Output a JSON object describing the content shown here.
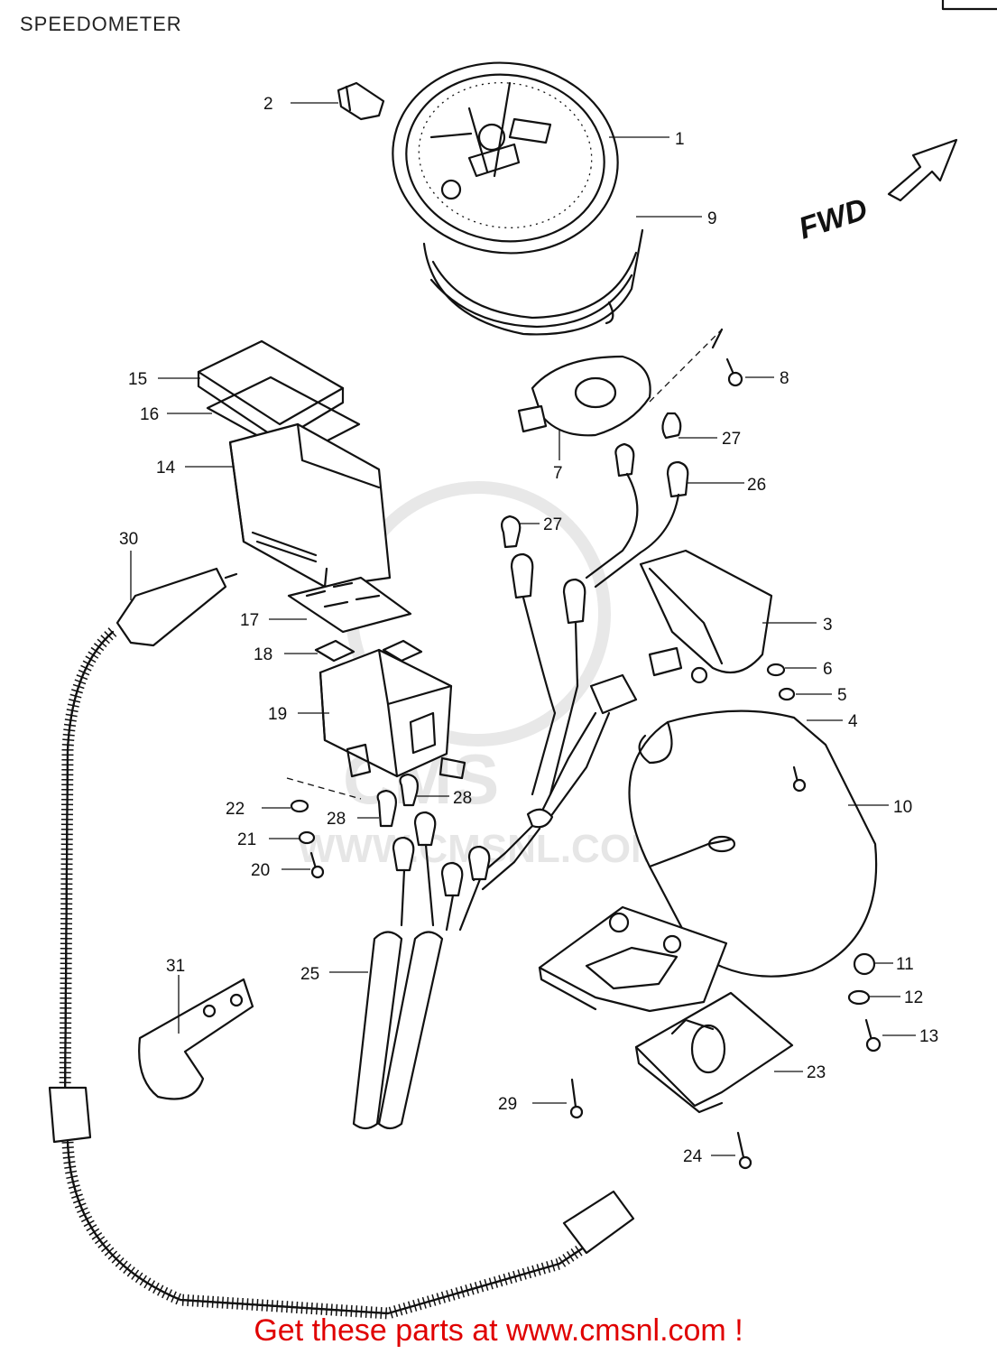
{
  "header": {
    "title": "SPEEDOMETER"
  },
  "diagram": {
    "direction_label": "FWD",
    "watermark": {
      "brand": "CMS",
      "site": "WWW.CMSNL.COM"
    },
    "callouts": [
      {
        "id": "c1",
        "label": "1"
      },
      {
        "id": "c2",
        "label": "2"
      },
      {
        "id": "c3",
        "label": "3"
      },
      {
        "id": "c4",
        "label": "4"
      },
      {
        "id": "c5",
        "label": "5"
      },
      {
        "id": "c6",
        "label": "6"
      },
      {
        "id": "c7",
        "label": "7"
      },
      {
        "id": "c8",
        "label": "8"
      },
      {
        "id": "c9",
        "label": "9"
      },
      {
        "id": "c10",
        "label": "10"
      },
      {
        "id": "c11",
        "label": "11"
      },
      {
        "id": "c12",
        "label": "12"
      },
      {
        "id": "c13",
        "label": "13"
      },
      {
        "id": "c14",
        "label": "14"
      },
      {
        "id": "c15",
        "label": "15"
      },
      {
        "id": "c16",
        "label": "16"
      },
      {
        "id": "c17",
        "label": "17"
      },
      {
        "id": "c18",
        "label": "18"
      },
      {
        "id": "c19",
        "label": "19"
      },
      {
        "id": "c20",
        "label": "20"
      },
      {
        "id": "c21",
        "label": "21"
      },
      {
        "id": "c22",
        "label": "22"
      },
      {
        "id": "c23",
        "label": "23"
      },
      {
        "id": "c24",
        "label": "24"
      },
      {
        "id": "c25",
        "label": "25"
      },
      {
        "id": "c26",
        "label": "26"
      },
      {
        "id": "c27a",
        "label": "27"
      },
      {
        "id": "c27b",
        "label": "27"
      },
      {
        "id": "c28a",
        "label": "28"
      },
      {
        "id": "c28b",
        "label": "28"
      },
      {
        "id": "c29",
        "label": "29"
      },
      {
        "id": "c30",
        "label": "30"
      },
      {
        "id": "c31",
        "label": "31"
      }
    ]
  },
  "footer": {
    "promo_text": "Get these parts at www.cmsnl.com !"
  },
  "colors": {
    "footer_text": "#e00000",
    "line": "#111111",
    "watermark": "#e6e6e6"
  }
}
